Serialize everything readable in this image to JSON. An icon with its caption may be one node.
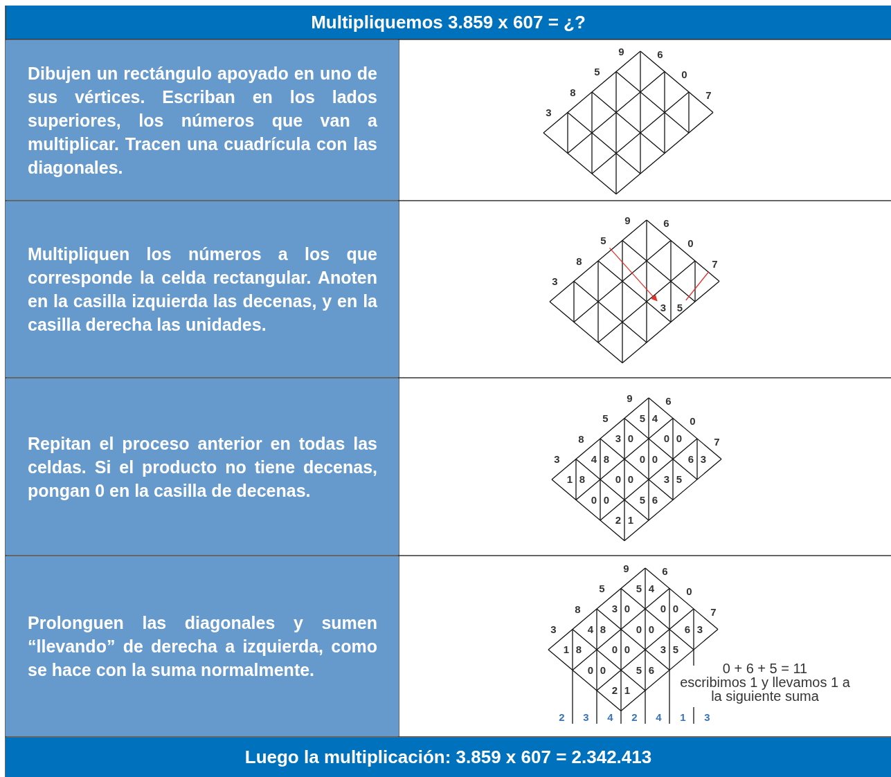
{
  "diagram": {
    "title": "Multipliquemos 3.859 x 607 = ¿?",
    "caption": "Luego la multiplicación: 3.859 x 607 = 2.342.413",
    "nodes": [
      {
        "text": [
          "5"
        ]
      },
      {
        "text": [
          "7"
        ]
      },
      {
        "text": [
          "3"
        ]
      },
      {
        "text": [
          "5"
        ]
      }
    ],
    "edges": [
      {
        "from": 0,
        "to": 2,
        "arrow": "to",
        "color": "#e5322d"
      },
      {
        "from": 3,
        "to": 1,
        "arrow": "none",
        "color": "#e5322d"
      }
    ],
    "labels": [
      "Dibujen un rectángulo apoyado en uno de sus vértices. Escriban en los lados superiores, los números que van a multiplicar. Tracen una cuadrícula con las diagonales.",
      "9",
      "6",
      "5",
      "0",
      "8",
      "7",
      "3",
      "Multipliquen los números a los que corresponde la celda rectangular. Anoten en la casilla izquierda las decenas, y en la casilla derecha las unidades.",
      "9",
      "6",
      "0",
      "8",
      "3",
      "Repitan el proceso anterior en todas las celdas. Si el producto no tiene decenas, pongan 0 en la casilla de decenas.",
      "9",
      "6",
      "5",
      "0",
      "8",
      "7",
      "3",
      "5",
      "4",
      "3",
      "0",
      "0",
      "0",
      "4",
      "8",
      "0",
      "0",
      "6",
      "3",
      "1",
      "8",
      "0",
      "0",
      "3",
      "5",
      "0",
      "0",
      "5",
      "6",
      "2",
      "1",
      "Prolonguen las diagonales y sumen “llevando” de derecha a izquierda, como se hace con la suma normalmente.",
      "9",
      "6",
      "5",
      "0",
      "8",
      "7",
      "3",
      "5",
      "4",
      "3",
      "0",
      "0",
      "0",
      "4",
      "8",
      "0",
      "0",
      "6",
      "3",
      "1",
      "8",
      "0",
      "0",
      "3",
      "5",
      "0",
      "0",
      "5",
      "6",
      "2",
      "1",
      "0 + 6 + 5 = 11",
      "escribimos 1 y llevamos 1 a la siguiente suma",
      "2",
      "3",
      "4",
      "2",
      "4",
      "1",
      "3"
    ]
  }
}
